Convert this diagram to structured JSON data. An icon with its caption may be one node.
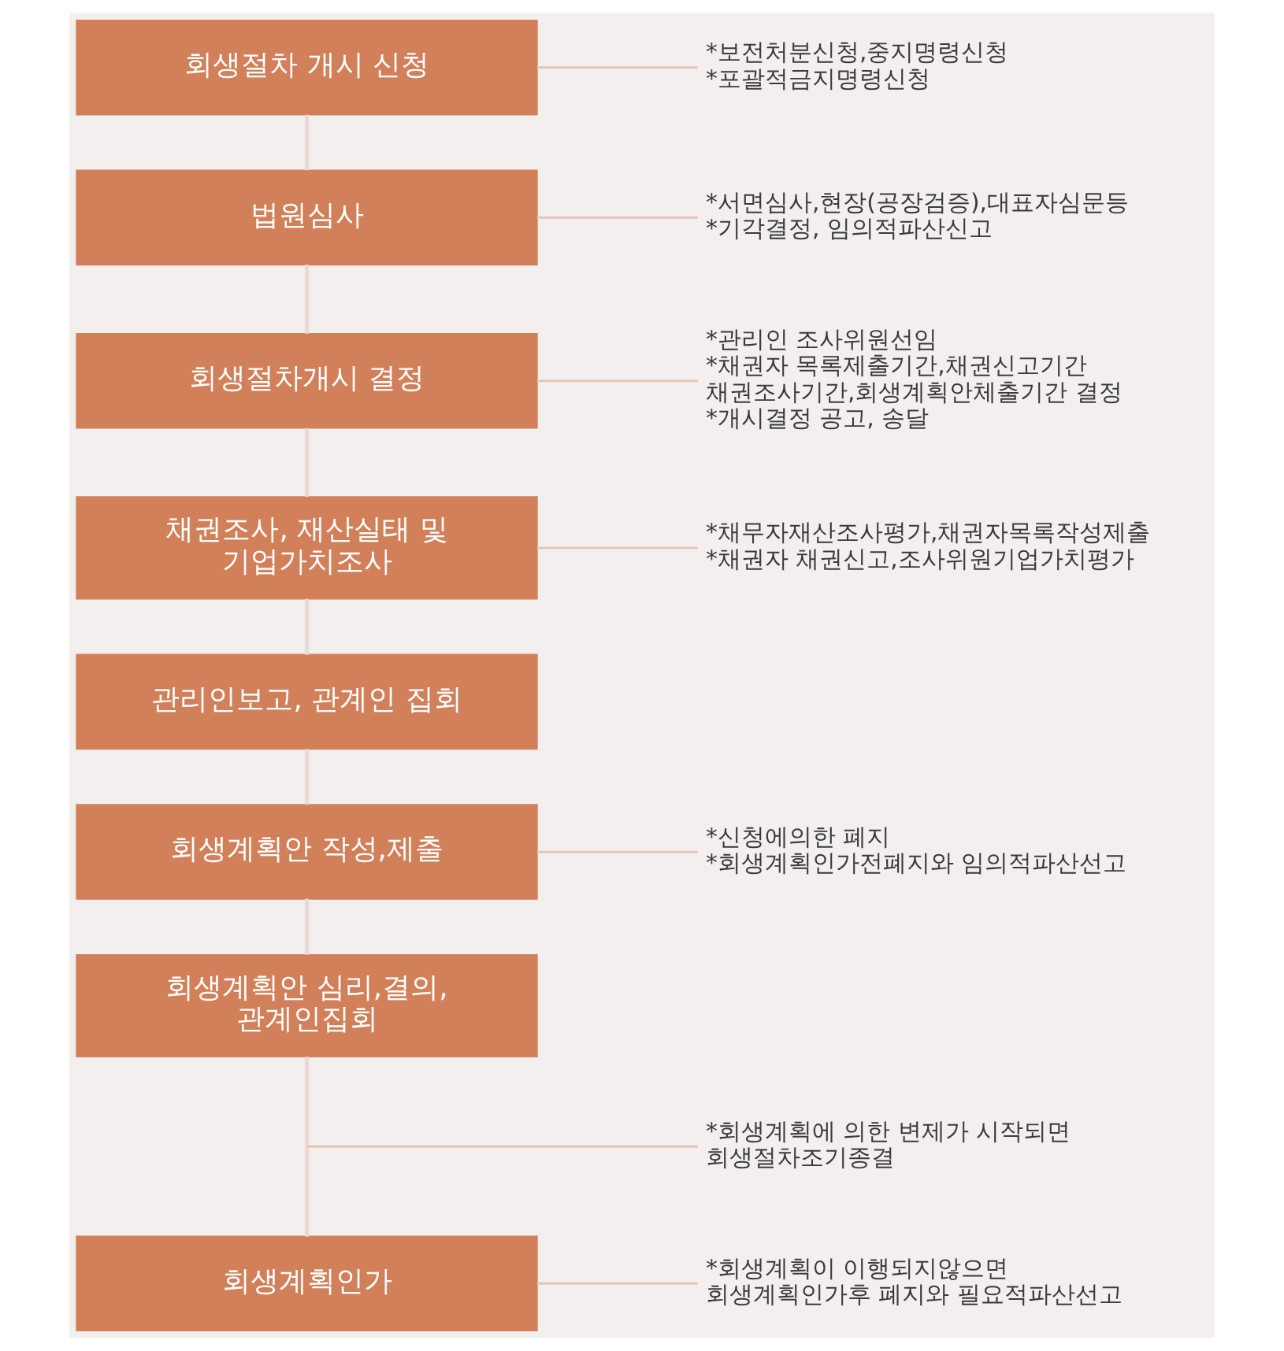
{
  "diagram": {
    "nodes": [
      {
        "text": [
          "회생절차 개시 신청"
        ]
      },
      {
        "text": [
          "*보전처분신청,중지명령신청",
          "*포괄적금지명령신청"
        ]
      },
      {
        "text": [
          "법원심사"
        ]
      },
      {
        "text": [
          "*서면심사,현장(공장검증),대표자심문등",
          "*기각결정, 임의적파산신고"
        ]
      },
      {
        "text": [
          "회생절차개시 결정"
        ]
      },
      {
        "text": [
          "*관리인 조사위원선임",
          "*채권자 목록제출기간,채권신고기간 채권조사기간,회생계획안체출기간 결정",
          "*개시결정 공고, 송달"
        ]
      },
      {
        "text": [
          "채권조사, 재산실태 및 기업가치조사"
        ]
      },
      {
        "text": [
          "*채무자재산조사평가,채권자목록작성제출",
          "*채권자 채권신고,조사위원기업가치평가"
        ]
      },
      {
        "text": [
          "관리인보고, 관계인 집회"
        ]
      },
      {
        "text": [
          "회생계획안 작성,제출"
        ]
      },
      {
        "text": [
          "*신청에의한 폐지",
          "*회생계획인가전폐지와 임의적파산선고"
        ]
      },
      {
        "text": [
          "회생계획안 심리,결의, 관계인집회"
        ]
      },
      {
        "text": [
          "*회생계획에 의한 변제가 시작되면 회생절차조기종결"
        ]
      },
      {
        "text": [
          "회생계획인가"
        ]
      },
      {
        "text": [
          "*회생계획이 이행되지않으면 회생계획인가후 폐지와 필요적파산선고"
        ]
      }
    ],
    "edges": [
      {
        "from": 0,
        "to": 2,
        "arrow": "none"
      },
      {
        "from": 2,
        "to": 4,
        "arrow": "none"
      },
      {
        "from": 4,
        "to": 6,
        "arrow": "none"
      },
      {
        "from": 6,
        "to": 8,
        "arrow": "none"
      },
      {
        "from": 8,
        "to": 9,
        "arrow": "none"
      },
      {
        "from": 9,
        "to": 11,
        "arrow": "none"
      },
      {
        "from": 11,
        "to": 13,
        "arrow": "none"
      },
      {
        "from": 0,
        "to": 1,
        "arrow": "none",
        "color": "#e9c3b3"
      },
      {
        "from": 2,
        "to": 3,
        "arrow": "none",
        "color": "#e9c3b3"
      },
      {
        "from": 4,
        "to": 5,
        "arrow": "none",
        "color": "#e9c3b3"
      },
      {
        "from": 6,
        "to": 7,
        "arrow": "none",
        "color": "#e9c3b3"
      },
      {
        "from": 9,
        "to": 10,
        "arrow": "none",
        "color": "#e9c3b3"
      },
      {
        "from": null,
        "to": 12,
        "arrow": "none",
        "color": "#e9c3b3"
      },
      {
        "from": 13,
        "to": 14,
        "arrow": "none",
        "color": "#e9c3b3"
      }
    ]
  }
}
